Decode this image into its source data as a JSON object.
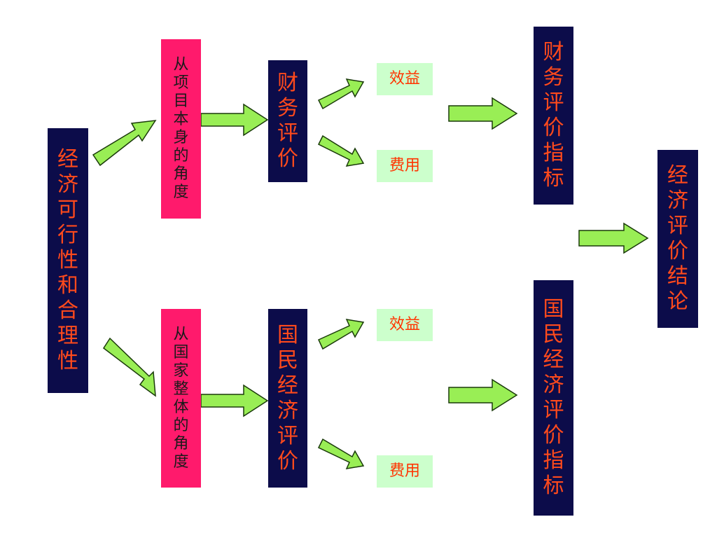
{
  "colors": {
    "navy": "#0c0c4a",
    "pink": "#ff1a6c",
    "mint": "#ccffcc",
    "orange_text": "#ff4a1c",
    "arrow_fill": "#99ee55"
  },
  "diagram": {
    "root": {
      "text": "经\n济\n可\n行\n性\n和\n合\n理\n性"
    },
    "perspective_project": {
      "text": "从\n项\n目\n本\n身\n的\n角\n度"
    },
    "perspective_national": {
      "text": "从\n国\n家\n整\n体\n的\n角\n度"
    },
    "financial_eval": {
      "text": "财\n务\n评\n价"
    },
    "national_eval": {
      "text": "国\n民\n经\n济\n评\n价"
    },
    "benefit_top": {
      "text": "效益"
    },
    "cost_top": {
      "text": "费用"
    },
    "benefit_bottom": {
      "text": "效益"
    },
    "cost_bottom": {
      "text": "费用"
    },
    "financial_indicators": {
      "text": "财\n务\n评\n价\n指\n标"
    },
    "national_indicators": {
      "text": "国\n民\n经\n济\n评\n价\n指\n标"
    },
    "conclusion": {
      "text": "经\n济\n评\n价\n结\n论"
    }
  }
}
